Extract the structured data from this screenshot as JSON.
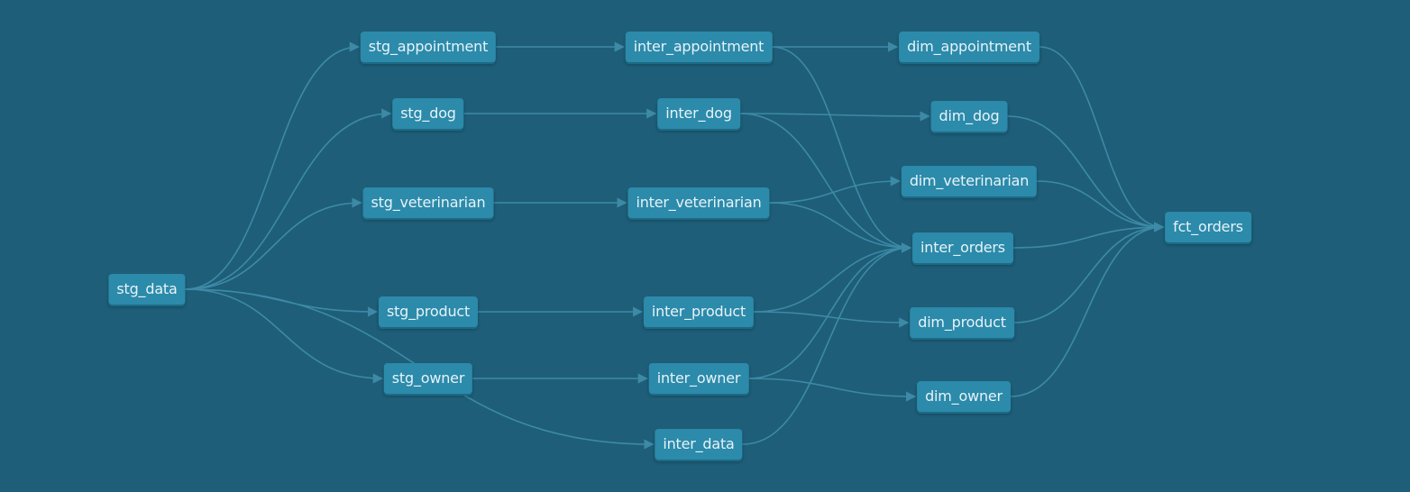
{
  "diagram": {
    "background": "#1e5e79",
    "node_color": "#2c8aaa",
    "edge_color": "#3d8aa6",
    "nodes": [
      {
        "id": "stg_data",
        "label": "stg_data"
      },
      {
        "id": "stg_appointment",
        "label": "stg_appointment"
      },
      {
        "id": "stg_dog",
        "label": "stg_dog"
      },
      {
        "id": "stg_veterinarian",
        "label": "stg_veterinarian"
      },
      {
        "id": "stg_product",
        "label": "stg_product"
      },
      {
        "id": "stg_owner",
        "label": "stg_owner"
      },
      {
        "id": "inter_appointment",
        "label": "inter_appointment"
      },
      {
        "id": "inter_dog",
        "label": "inter_dog"
      },
      {
        "id": "inter_veterinarian",
        "label": "inter_veterinarian"
      },
      {
        "id": "inter_product",
        "label": "inter_product"
      },
      {
        "id": "inter_owner",
        "label": "inter_owner"
      },
      {
        "id": "inter_data",
        "label": "inter_data"
      },
      {
        "id": "dim_appointment",
        "label": "dim_appointment"
      },
      {
        "id": "dim_dog",
        "label": "dim_dog"
      },
      {
        "id": "dim_veterinarian",
        "label": "dim_veterinarian"
      },
      {
        "id": "inter_orders",
        "label": "inter_orders"
      },
      {
        "id": "dim_product",
        "label": "dim_product"
      },
      {
        "id": "dim_owner",
        "label": "dim_owner"
      },
      {
        "id": "fct_orders",
        "label": "fct_orders"
      }
    ],
    "edges": [
      [
        "stg_data",
        "stg_appointment"
      ],
      [
        "stg_data",
        "stg_dog"
      ],
      [
        "stg_data",
        "stg_veterinarian"
      ],
      [
        "stg_data",
        "stg_product"
      ],
      [
        "stg_data",
        "stg_owner"
      ],
      [
        "stg_data",
        "inter_data"
      ],
      [
        "stg_appointment",
        "inter_appointment"
      ],
      [
        "stg_dog",
        "inter_dog"
      ],
      [
        "stg_veterinarian",
        "inter_veterinarian"
      ],
      [
        "stg_product",
        "inter_product"
      ],
      [
        "stg_owner",
        "inter_owner"
      ],
      [
        "inter_appointment",
        "dim_appointment"
      ],
      [
        "inter_appointment",
        "inter_orders"
      ],
      [
        "inter_dog",
        "dim_dog"
      ],
      [
        "inter_dog",
        "inter_orders"
      ],
      [
        "inter_veterinarian",
        "dim_veterinarian"
      ],
      [
        "inter_veterinarian",
        "inter_orders"
      ],
      [
        "inter_product",
        "inter_orders"
      ],
      [
        "inter_product",
        "dim_product"
      ],
      [
        "inter_owner",
        "inter_orders"
      ],
      [
        "inter_owner",
        "dim_owner"
      ],
      [
        "inter_data",
        "inter_orders"
      ],
      [
        "dim_appointment",
        "fct_orders"
      ],
      [
        "dim_dog",
        "fct_orders"
      ],
      [
        "dim_veterinarian",
        "fct_orders"
      ],
      [
        "inter_orders",
        "fct_orders"
      ],
      [
        "dim_product",
        "fct_orders"
      ],
      [
        "dim_owner",
        "fct_orders"
      ]
    ]
  }
}
